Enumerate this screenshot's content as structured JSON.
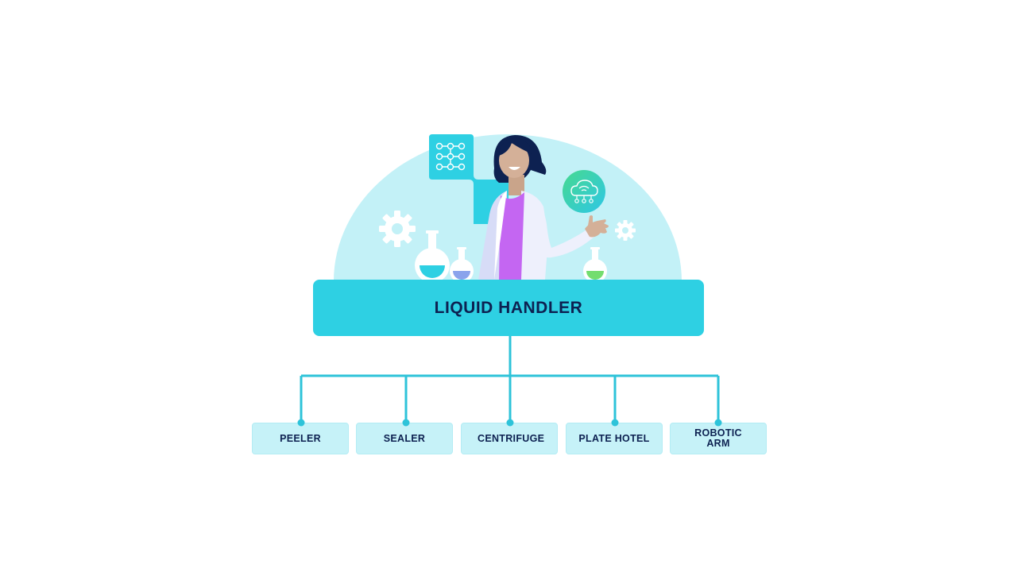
{
  "diagram": {
    "root": {
      "label": "LIQUID HANDLER"
    },
    "children": [
      {
        "label": "PEELER"
      },
      {
        "label": "SEALER"
      },
      {
        "label": "CENTRIFUGE"
      },
      {
        "label": "PLATE HOTEL"
      },
      {
        "label": "ROBOTIC ARM"
      }
    ]
  },
  "illustration": {
    "subject": "scientist-icon",
    "icons": [
      "circuit-board-icon",
      "cloud-network-icon",
      "gear-icon",
      "flask-icon"
    ],
    "colors": {
      "accent": "#2ed0e3",
      "dome": "#c3f1f7",
      "text": "#0d2151",
      "connector": "#2ec3d9",
      "child_box": "#c6f2f8"
    }
  }
}
